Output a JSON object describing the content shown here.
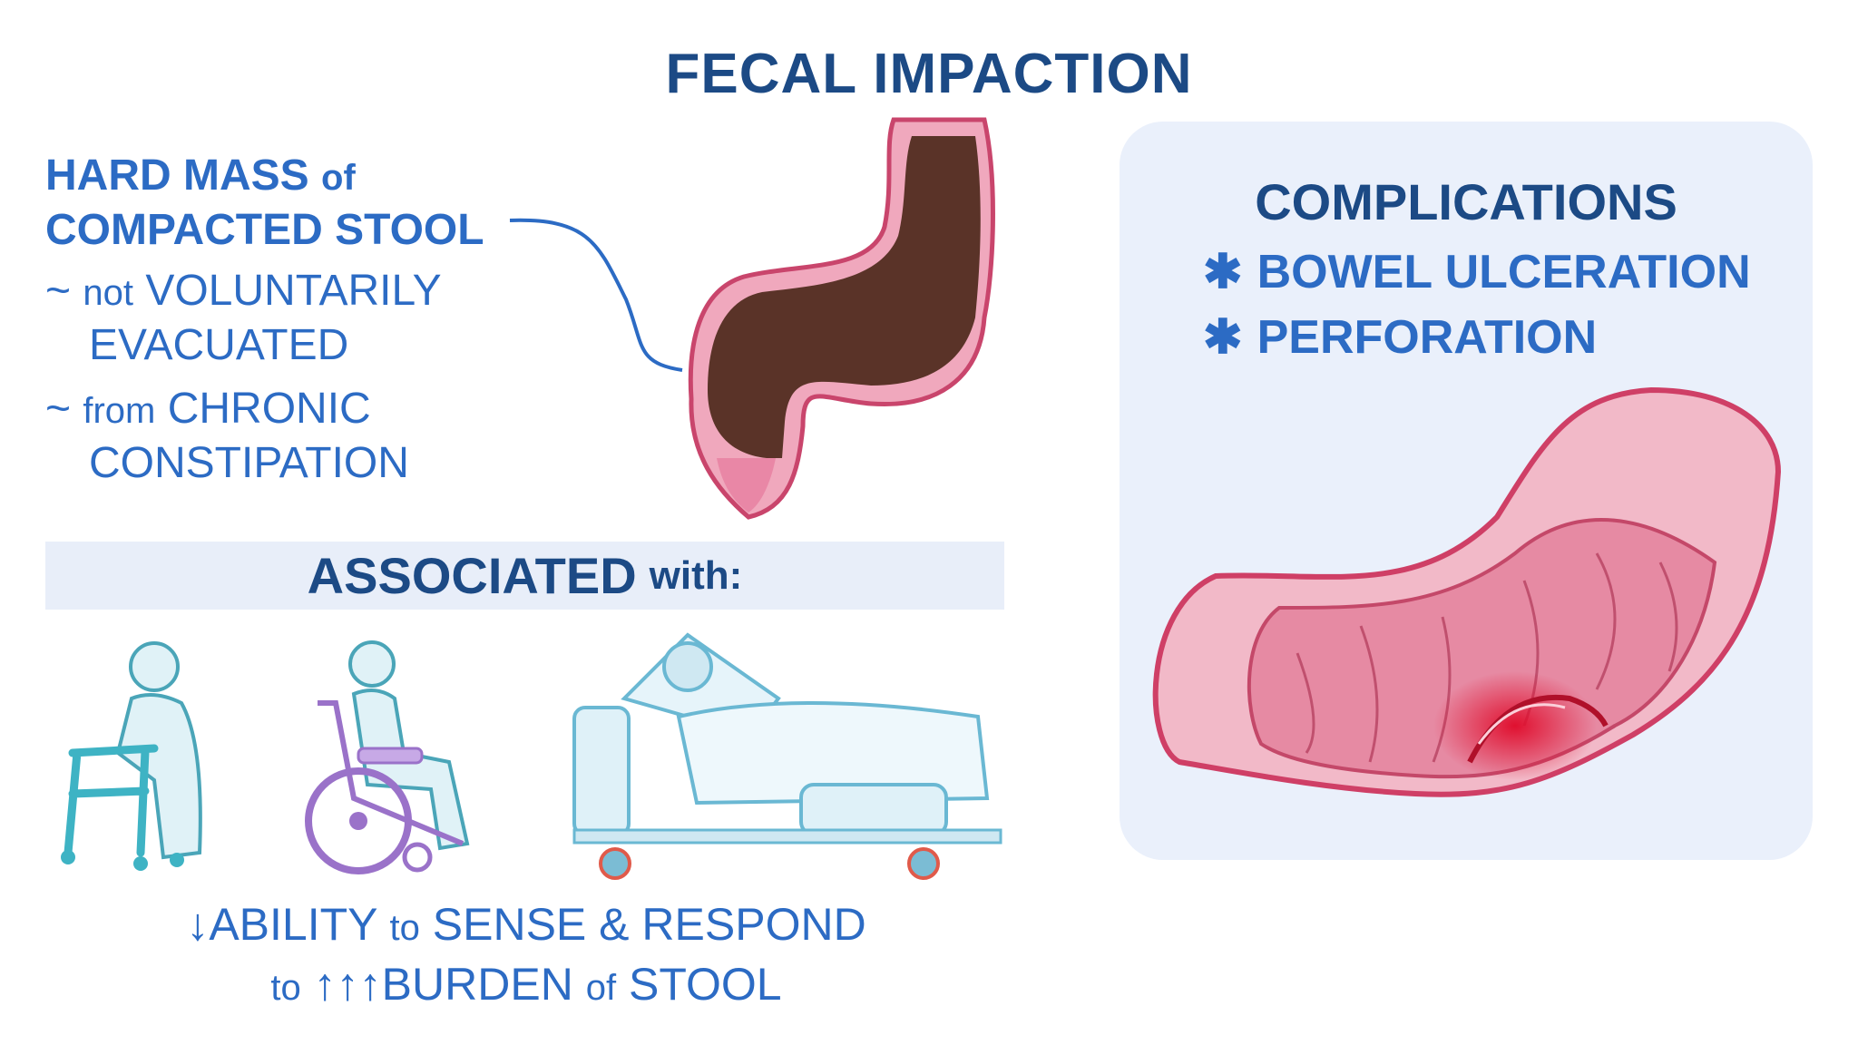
{
  "title": "FECAL IMPACTION",
  "definition": {
    "line1_caps": "HARD MASS",
    "line1_lower": "of",
    "line2": "COMPACTED STOOL",
    "item1_prefix": "~",
    "item1_lower": "not",
    "item1_caps": "VOLUNTARILY",
    "item1_line2": "EVACUATED",
    "item2_prefix": "~",
    "item2_lower": "from",
    "item2_caps": "CHRONIC",
    "item2_line2": "CONSTIPATION"
  },
  "associated": {
    "caps": "ASSOCIATED",
    "lower": "with:",
    "icons": [
      "walker-icon",
      "wheelchair-icon",
      "hospital-bed-icon"
    ]
  },
  "bottom": {
    "arrow_down": "↓",
    "line1_caps": "ABILITY",
    "line1_lower": "to",
    "line1_rest": "SENSE & RESPOND",
    "line2_lower": "to",
    "arrows_up": "↑↑↑",
    "line2_caps": "BURDEN",
    "line2_lower2": "of",
    "line2_rest": "STOOL"
  },
  "complications": {
    "title": "COMPLICATIONS",
    "bullet": "✱",
    "items": [
      "BOWEL ULCERATION",
      "PERFORATION"
    ]
  },
  "colors": {
    "title": "#1c4a85",
    "text": "#2c6bc4",
    "panel": "#eaf0fb",
    "stool": "#5a3328",
    "bowel": "#d9587a"
  }
}
